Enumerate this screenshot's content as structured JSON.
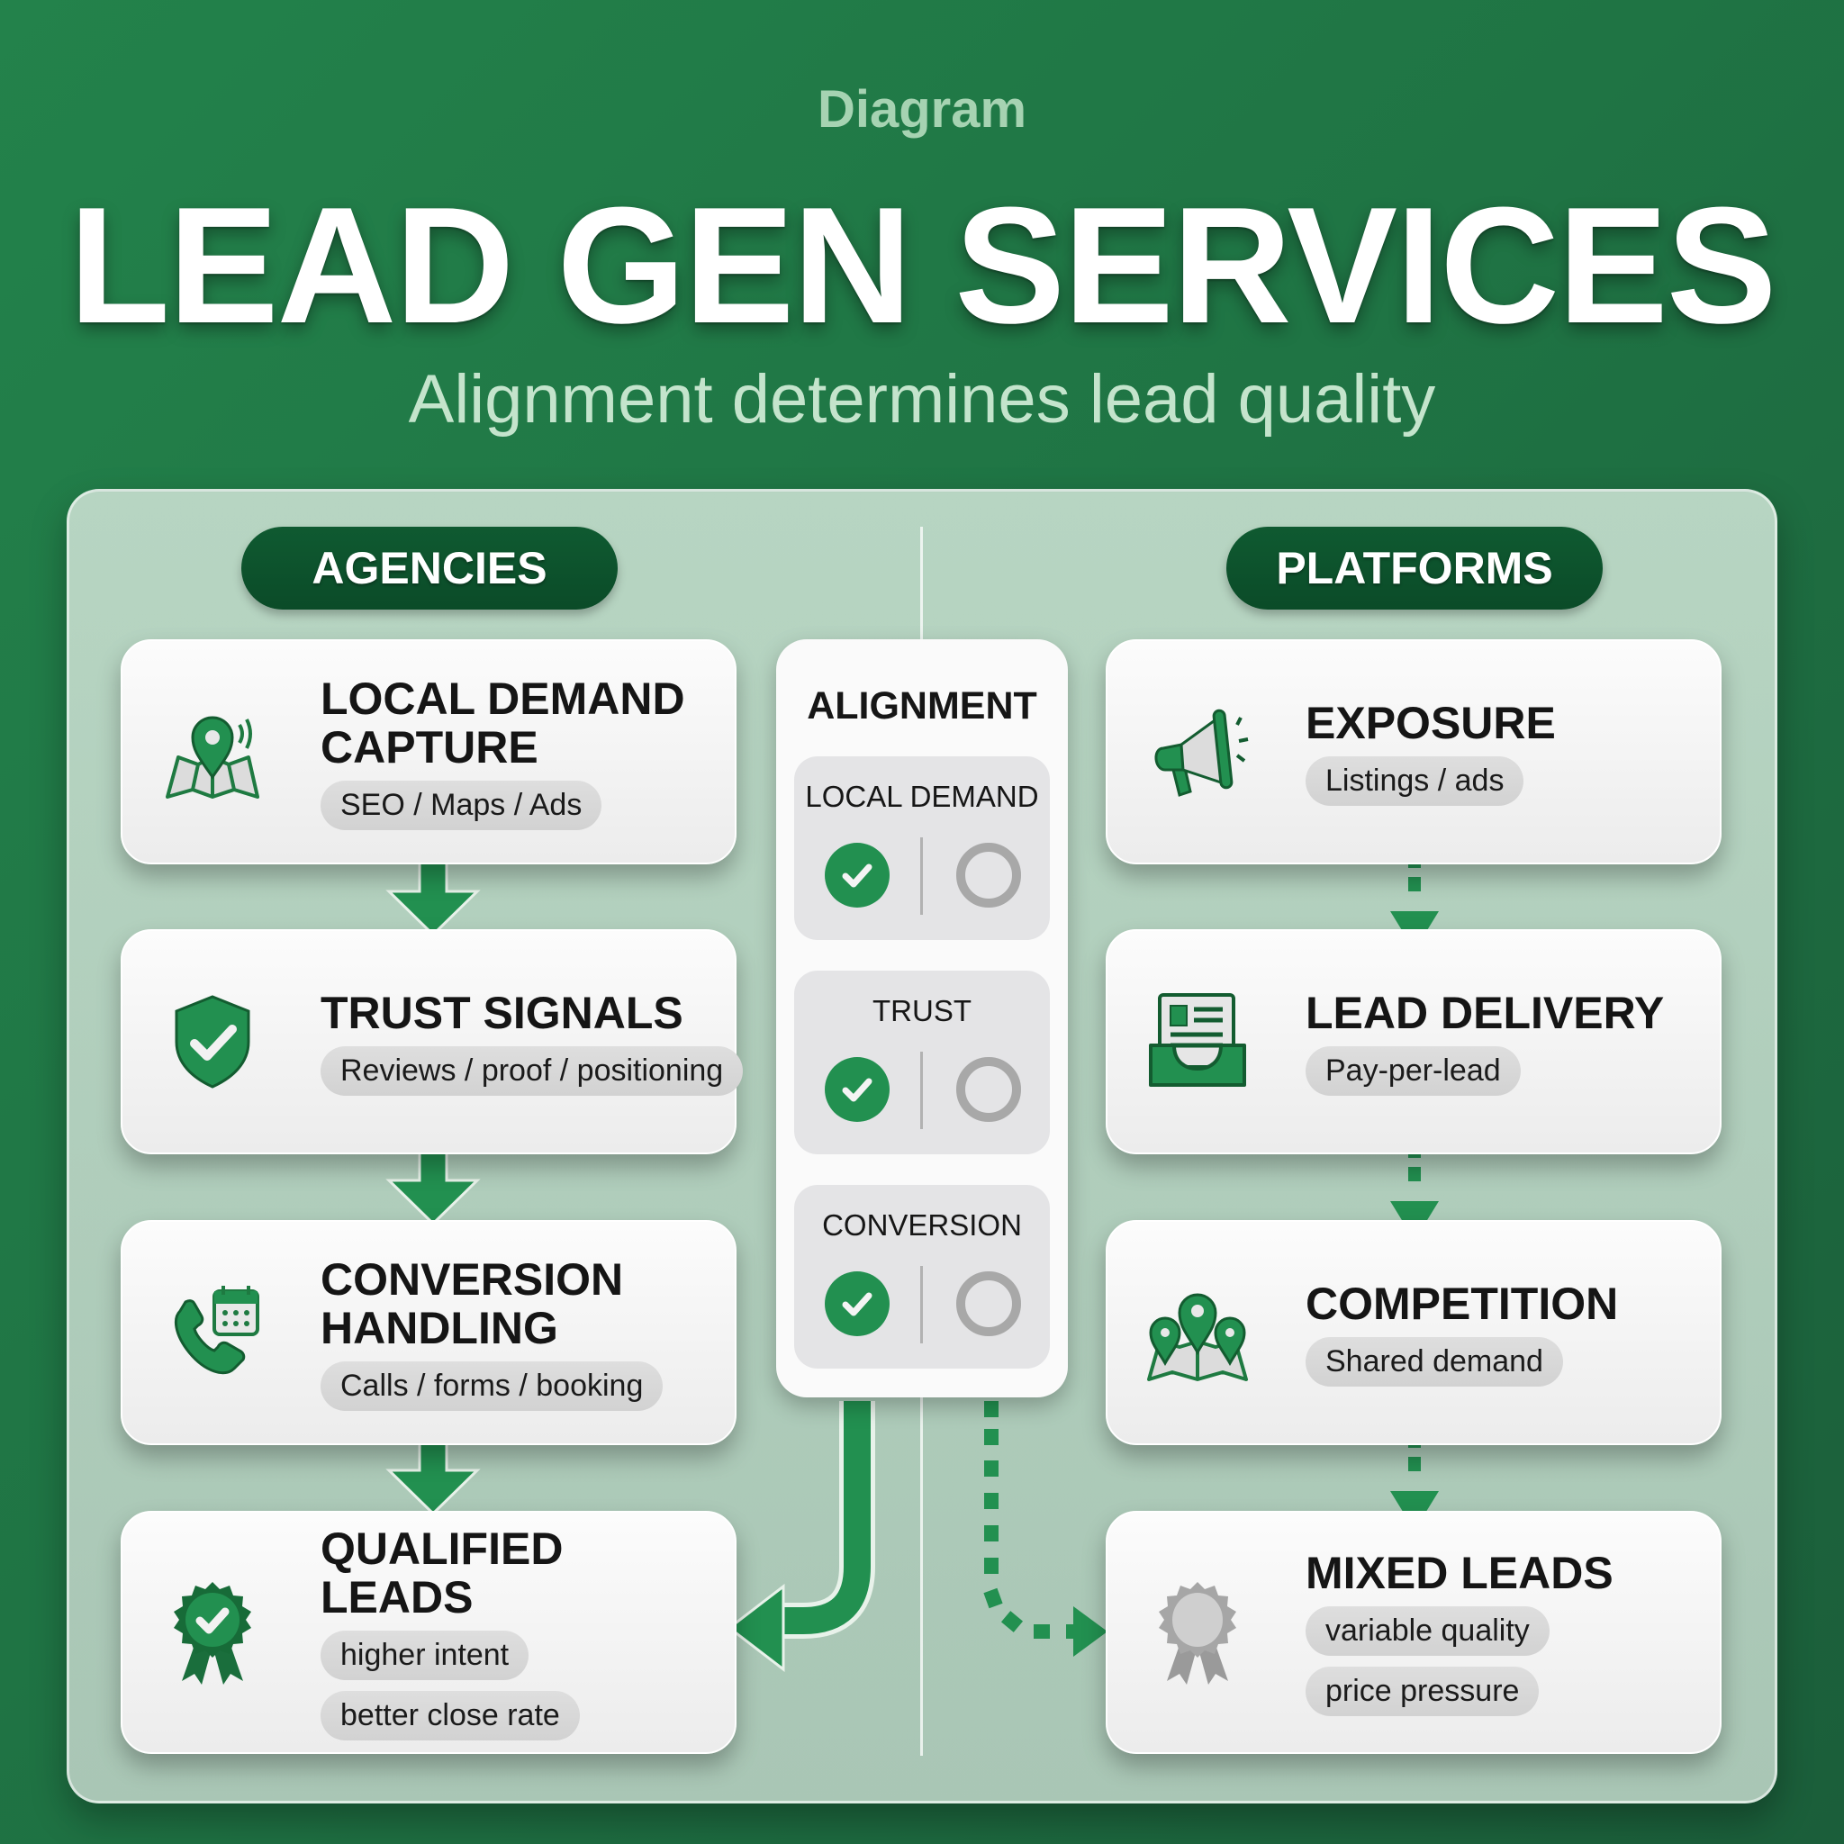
{
  "header": {
    "kicker": "Diagram",
    "title": "LEAD GEN SERVICES",
    "subtitle": "Alignment determines lead quality"
  },
  "colors": {
    "brand_green": "#229050",
    "dark_green": "#0b4b28",
    "neutral_gray": "#a8a8a8"
  },
  "agencies": {
    "label": "AGENCIES",
    "steps": [
      {
        "title": "LOCAL DEMAND CAPTURE",
        "icon": "map-pin-signal-icon",
        "tags": [
          "SEO / Maps / Ads"
        ]
      },
      {
        "title": "TRUST SIGNALS",
        "icon": "shield-check-icon",
        "tags": [
          "Reviews / proof / positioning"
        ]
      },
      {
        "title": "CONVERSION HANDLING",
        "icon": "phone-calendar-icon",
        "tags": [
          "Calls / forms / booking"
        ]
      },
      {
        "title": "QUALIFIED LEADS",
        "icon": "award-badge-check-icon",
        "tags": [
          "higher intent",
          "better close rate"
        ]
      }
    ]
  },
  "platforms": {
    "label": "PLATFORMS",
    "steps": [
      {
        "title": "EXPOSURE",
        "icon": "megaphone-icon",
        "tags": [
          "Listings / ads"
        ]
      },
      {
        "title": "LEAD DELIVERY",
        "icon": "inbox-document-icon",
        "tags": [
          "Pay-per-lead"
        ]
      },
      {
        "title": "COMPETITION",
        "icon": "multiple-pins-map-icon",
        "tags": [
          "Shared demand"
        ]
      },
      {
        "title": "MIXED LEADS",
        "icon": "gray-award-badge-icon",
        "tags": [
          "variable quality",
          "price pressure"
        ]
      }
    ]
  },
  "alignment": {
    "title": "ALIGNMENT",
    "items": [
      {
        "label": "LOCAL DEMAND",
        "agencies": "checked",
        "platforms": "empty"
      },
      {
        "label": "TRUST",
        "agencies": "checked",
        "platforms": "empty"
      },
      {
        "label": "CONVERSION",
        "agencies": "checked",
        "platforms": "empty"
      }
    ]
  }
}
